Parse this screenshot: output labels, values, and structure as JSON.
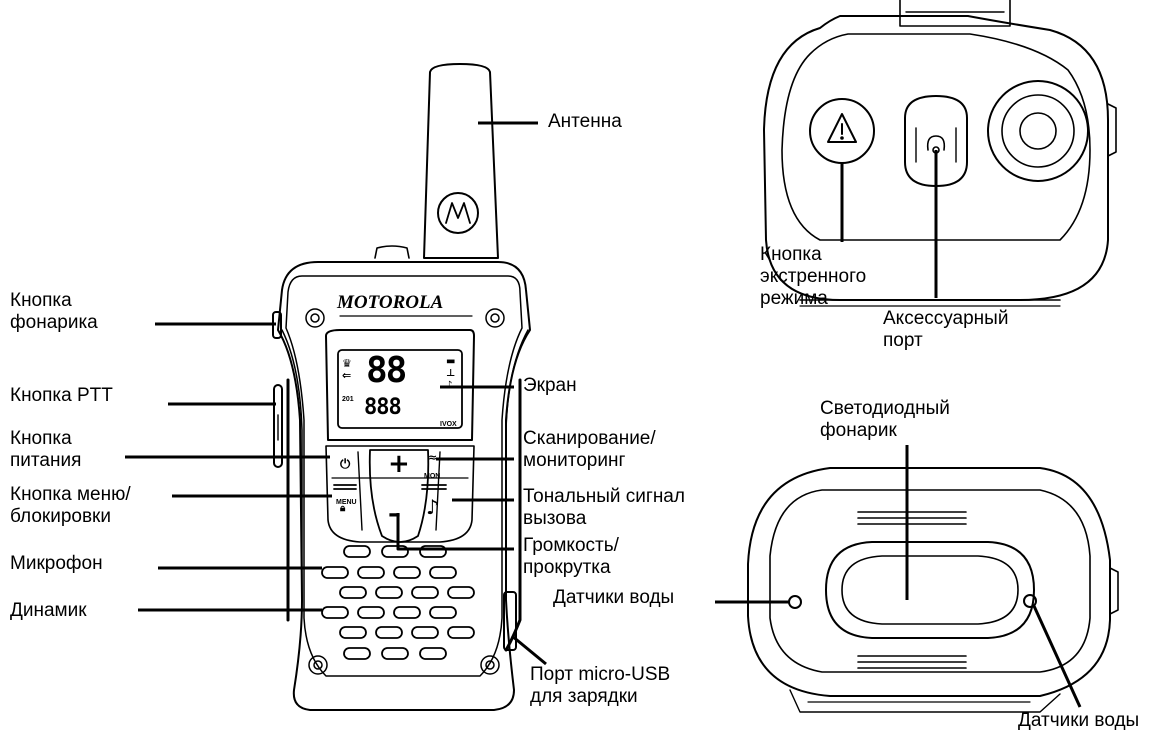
{
  "device": {
    "brand": "MOTOROLA",
    "display": {
      "digits_top": "88",
      "digits_bottom": "888",
      "indicator_left": "201",
      "indicator_right": "IVOX"
    },
    "keys": {
      "power": "⏻",
      "plus": "+",
      "minus": "–",
      "note": "♪",
      "menu": "MENU",
      "mon": "MON"
    }
  },
  "labels": {
    "antenna": [
      "Антенна"
    ],
    "flashlight_button": [
      "Кнопка",
      "фонарика"
    ],
    "ptt_button": [
      "Кнопка PTT"
    ],
    "power_button": [
      "Кнопка",
      "питания"
    ],
    "menu_lock_button": [
      "Кнопка меню/",
      "блокировки"
    ],
    "microphone": [
      "Микрофон"
    ],
    "speaker": [
      "Динамик"
    ],
    "screen": [
      "Экран"
    ],
    "scan_monitor": [
      "Сканирование/",
      "мониторинг"
    ],
    "call_tone": [
      "Тональный сигнал",
      "вызова"
    ],
    "volume_scroll": [
      "Громкость/",
      "прокрутка"
    ],
    "usb_port": [
      "Порт micro-USB",
      "для зарядки"
    ],
    "emergency_button": [
      "Кнопка",
      "экстренного",
      "режима"
    ],
    "accessory_port": [
      "Аксессуарный",
      "порт"
    ],
    "led_flashlight": [
      "Светодиодный",
      "фонарик"
    ],
    "water_sensors_left": [
      "Датчики воды"
    ],
    "water_sensors_right": [
      "Датчики воды"
    ]
  }
}
